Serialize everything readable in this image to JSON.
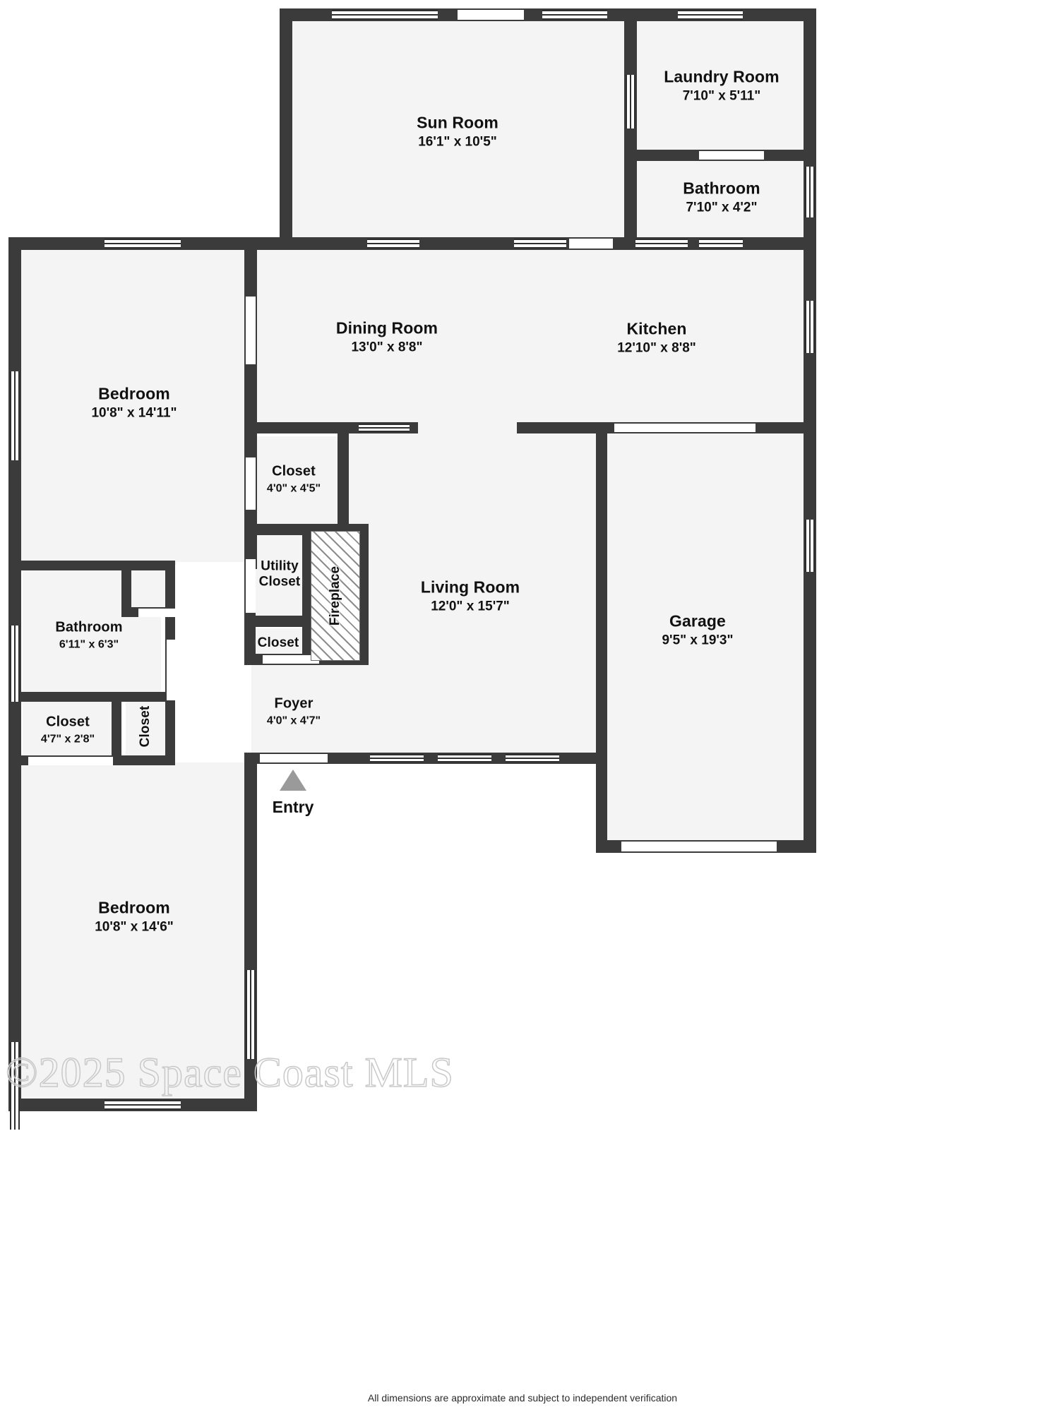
{
  "document": {
    "type": "floor-plan",
    "watermark": "©2025 Space Coast MLS",
    "disclaimer": "All dimensions are approximate and subject to independent verification"
  },
  "entry": {
    "label": "Entry"
  },
  "rooms": [
    {
      "id": "sun-room",
      "name": "Sun Room",
      "dimensions": "16'1\" x 10'5\""
    },
    {
      "id": "laundry-room",
      "name": "Laundry Room",
      "dimensions": "7'10\" x 5'11\""
    },
    {
      "id": "bathroom-upper",
      "name": "Bathroom",
      "dimensions": "7'10\" x 4'2\""
    },
    {
      "id": "dining-room",
      "name": "Dining Room",
      "dimensions": "13'0\" x 8'8\""
    },
    {
      "id": "kitchen",
      "name": "Kitchen",
      "dimensions": "12'10\" x 8'8\""
    },
    {
      "id": "bedroom-upper",
      "name": "Bedroom",
      "dimensions": "10'8\" x 14'11\""
    },
    {
      "id": "closet-hall",
      "name": "Closet",
      "dimensions": "4'0\" x 4'5\""
    },
    {
      "id": "utility-closet",
      "name": "Utility Closet",
      "dimensions": ""
    },
    {
      "id": "closet-small",
      "name": "Closet",
      "dimensions": ""
    },
    {
      "id": "fireplace",
      "name": "Fireplace",
      "dimensions": ""
    },
    {
      "id": "living-room",
      "name": "Living Room",
      "dimensions": "12'0\" x 15'7\""
    },
    {
      "id": "garage",
      "name": "Garage",
      "dimensions": "9'5\" x 19'3\""
    },
    {
      "id": "bathroom-lower",
      "name": "Bathroom",
      "dimensions": "6'11\" x 6'3\""
    },
    {
      "id": "closet-left",
      "name": "Closet",
      "dimensions": "4'7\" x 2'8\""
    },
    {
      "id": "closet-vert",
      "name": "Closet",
      "dimensions": ""
    },
    {
      "id": "foyer",
      "name": "Foyer",
      "dimensions": "4'0\" x 4'7\""
    },
    {
      "id": "bedroom-lower",
      "name": "Bedroom",
      "dimensions": "10'8\" x 14'6\""
    }
  ],
  "colors": {
    "wall": "#3b3b3b",
    "floor": "#f4f4f4",
    "background": "#ffffff",
    "entry_marker": "#9a9a9a",
    "watermark": "#c9c9c9"
  }
}
